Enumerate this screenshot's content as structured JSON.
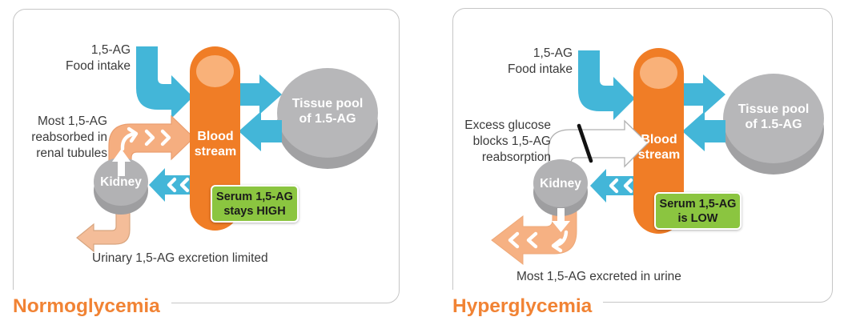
{
  "figure": "1,5-AG renal handling diagram",
  "colors": {
    "arrow_blue": "#43b6d8",
    "cylinder_orange": "#f07d26",
    "cylinder_top_orange": "#f9b179",
    "peach_arrow": "#f5ae80",
    "peach_light_arrow": "#f4bd99",
    "gray_shape": "#b7b7b9",
    "gray_shape_shade": "#a1a1a3",
    "green_badge": "#8bc540",
    "title_orange": "#f18334",
    "text_dark": "#3b3b3b",
    "panel_border": "#c6c6c6"
  },
  "panels": [
    {
      "title": "Normoglycemia",
      "food_intake": "1,5-AG\nFood intake",
      "side_note": "Most 1,5-AG\nreabsorbed in\nrenal tubules",
      "blood_stream": "Blood\nstream",
      "tissue_pool": "Tissue pool\nof 1.5-AG",
      "kidney": "Kidney",
      "serum_badge": "Serum 1,5-AG\nstays HIGH",
      "bottom_note": "Urinary 1,5-AG excretion limited"
    },
    {
      "title": "Hyperglycemia",
      "food_intake": "1,5-AG\nFood intake",
      "side_note": "Excess glucose\nblocks 1,5-AG\nreabsorption",
      "blood_stream": "Blood\nstream",
      "tissue_pool": "Tissue pool\nof 1.5-AG",
      "kidney": "Kidney",
      "serum_badge": "Serum 1,5-AG\nis LOW",
      "bottom_note": "Most 1,5-AG excreted in urine"
    }
  ]
}
